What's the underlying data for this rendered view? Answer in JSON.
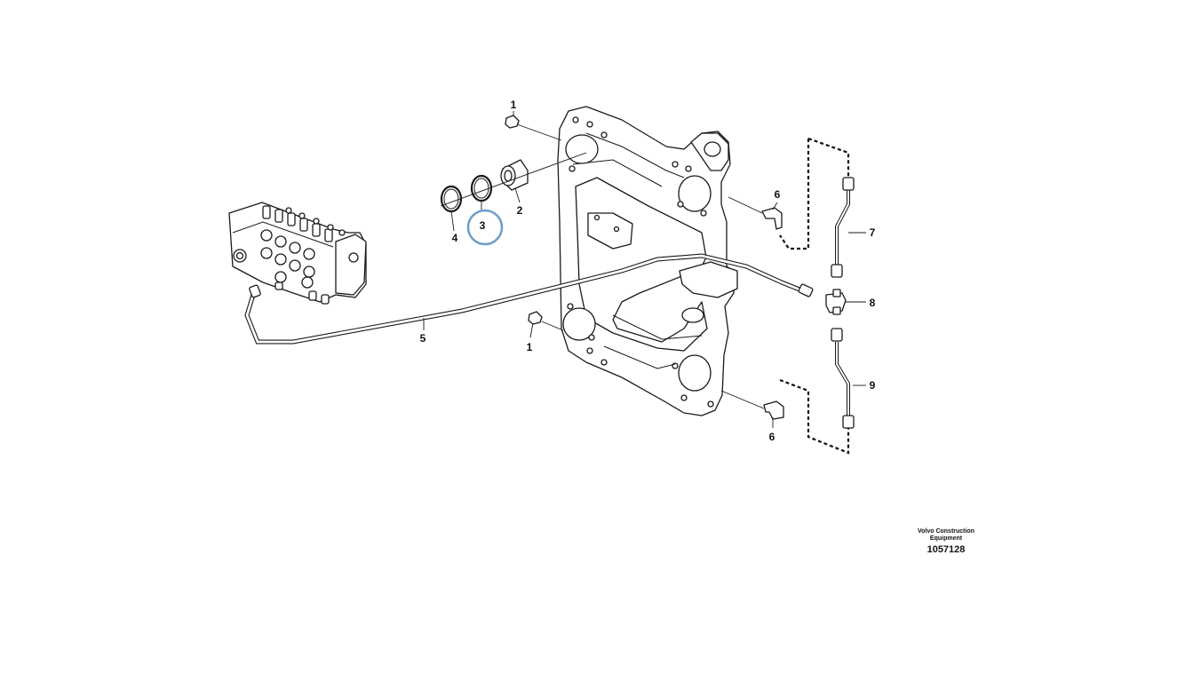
{
  "diagram": {
    "callouts": {
      "c1a": "1",
      "c1b": "1",
      "c2": "2",
      "c3": "3",
      "c4": "4",
      "c5": "5",
      "c6a": "6",
      "c6b": "6",
      "c7": "7",
      "c8": "8",
      "c9": "9"
    },
    "highlighted_callout": "3",
    "highlight_color": "#6f9ec9",
    "footer": {
      "maker_line1": "Volvo Construction",
      "maker_line2": "Equipment",
      "document_number": "1057128"
    }
  }
}
